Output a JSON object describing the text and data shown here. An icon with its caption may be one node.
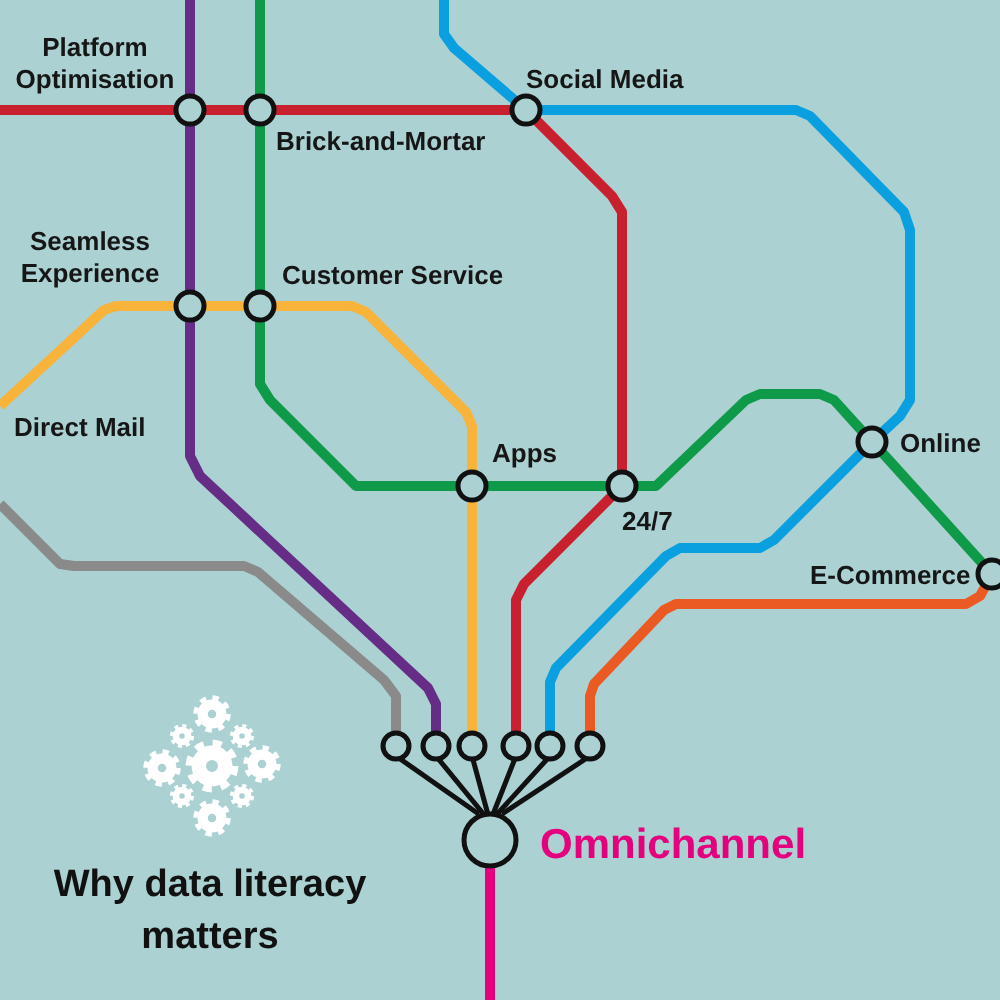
{
  "diagram": {
    "title": "Why data literacy matters",
    "nodes": [
      {
        "text": [],
        "shape": "circle",
        "beside": [
          "Platform Optimisation"
        ]
      },
      {
        "text": [],
        "shape": "circle",
        "beside": [
          "Brick-and-Mortar"
        ]
      },
      {
        "text": [],
        "shape": "circle",
        "beside": [
          "Social Media"
        ]
      },
      {
        "text": [],
        "shape": "circle",
        "beside": [
          "Seamless Experience"
        ]
      },
      {
        "text": [],
        "shape": "circle",
        "beside": [
          "Customer Service"
        ]
      },
      {
        "text": [],
        "shape": "circle",
        "beside": [
          "Apps"
        ]
      },
      {
        "text": [],
        "shape": "circle",
        "beside": [
          "24/7"
        ]
      },
      {
        "text": [],
        "shape": "circle",
        "beside": [
          "Online"
        ]
      },
      {
        "text": [],
        "shape": "circle",
        "beside": [
          "E-Commerce"
        ]
      },
      {
        "text": [],
        "shape": "circle",
        "beside": [
          "Omnichannel"
        ]
      }
    ],
    "edges": [
      {
        "from": null,
        "to": 0,
        "arrow": "none",
        "color": "#c8202f"
      },
      {
        "from": 0,
        "to": 1,
        "arrow": "none",
        "color": "#c8202f"
      },
      {
        "from": 1,
        "to": 2,
        "arrow": "none",
        "color": "#c8202f"
      },
      {
        "from": 2,
        "to": 6,
        "arrow": "none",
        "color": "#c8202f"
      },
      {
        "from": 6,
        "to": 9,
        "arrow": "none",
        "color": "#c8202f"
      },
      {
        "from": null,
        "to": 0,
        "arrow": "none",
        "color": "#652d86"
      },
      {
        "from": 0,
        "to": 3,
        "arrow": "none",
        "color": "#652d86"
      },
      {
        "from": 3,
        "to": 9,
        "arrow": "none",
        "color": "#652d86"
      },
      {
        "from": null,
        "to": 1,
        "arrow": "none",
        "color": "#0e9a48"
      },
      {
        "from": 1,
        "to": 4,
        "arrow": "none",
        "color": "#0e9a48"
      },
      {
        "from": 4,
        "to": 5,
        "arrow": "none",
        "color": "#0e9a48"
      },
      {
        "from": 5,
        "to": 6,
        "arrow": "none",
        "color": "#0e9a48"
      },
      {
        "from": 6,
        "to": 7,
        "arrow": "none",
        "color": "#0e9a48"
      },
      {
        "from": 7,
        "to": 8,
        "arrow": "none",
        "color": "#0e9a48"
      },
      {
        "from": null,
        "to": 2,
        "arrow": "none",
        "color": "#0aa0e0"
      },
      {
        "from": 2,
        "to": 7,
        "arrow": "none",
        "color": "#0aa0e0"
      },
      {
        "from": 7,
        "to": 9,
        "arrow": "none",
        "color": "#0aa0e0"
      },
      {
        "from": null,
        "to": 3,
        "arrow": "none",
        "color": "#f8b33a"
      },
      {
        "from": 3,
        "to": 4,
        "arrow": "none",
        "color": "#f8b33a"
      },
      {
        "from": 4,
        "to": 5,
        "arrow": "none",
        "color": "#f8b33a"
      },
      {
        "from": 5,
        "to": 9,
        "arrow": "none",
        "color": "#f8b33a"
      },
      {
        "from": 8,
        "to": 9,
        "arrow": "none",
        "color": "#ec5a24"
      },
      {
        "from": null,
        "to": 9,
        "arrow": "none",
        "color": "#8a8a8a"
      },
      {
        "from": 9,
        "to": null,
        "arrow": "none",
        "color": "#e5007e"
      }
    ],
    "labels": [
      "Direct Mail"
    ]
  }
}
